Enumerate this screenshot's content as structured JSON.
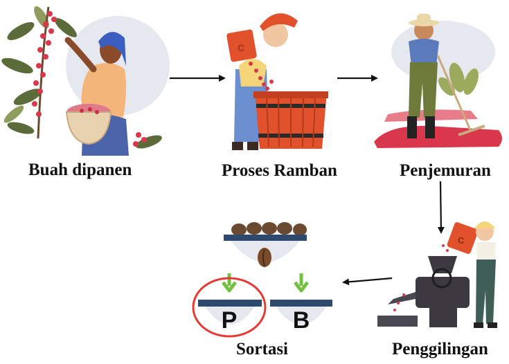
{
  "steps": [
    {
      "label": "Buah dipanen"
    },
    {
      "label": "Proses Ramban"
    },
    {
      "label": "Penjemuran"
    },
    {
      "label": "Penggilingan"
    },
    {
      "label": "Sortasi"
    }
  ],
  "sortasi": {
    "bin_left_letter": "P",
    "bin_right_letter": "B"
  },
  "colors": {
    "coffee_cherry": "#d9374b",
    "basket_red": "#e0512c",
    "farmer_blue": "#2f4f8f",
    "overall_green": "#6d7a3a",
    "machine_dark": "#3c3a40",
    "arrow_green": "#74c043",
    "highlight_red": "#e53935",
    "bin_blue": "#2d4a6e",
    "blob_gray": "#e6e8ef"
  }
}
